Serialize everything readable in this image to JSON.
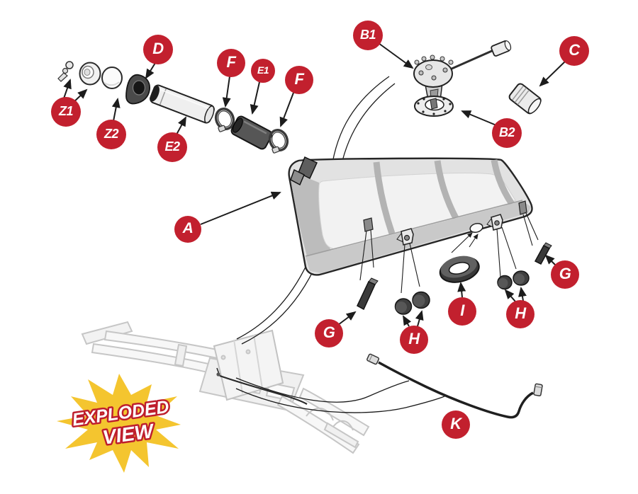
{
  "badge": {
    "line1": "EXPLODED",
    "line2": "VIEW"
  },
  "callouts": {
    "z1": "Z1",
    "z2": "Z2",
    "d": "D",
    "e2": "E2",
    "f1": "F",
    "e1": "E1",
    "f2": "F",
    "b1": "B1",
    "b2": "B2",
    "c": "C",
    "a": "A",
    "g1": "G",
    "h1": "H",
    "i": "I",
    "h2": "H",
    "g2": "G",
    "k": "K"
  },
  "colors": {
    "callout_bg": "#C2202E",
    "callout_text": "#FFFFFF",
    "badge_star": "#F4C52F",
    "badge_text_fill": "#FFFFFF",
    "badge_text_outline": "#BE1E2D",
    "outline": "#1C1C1C",
    "chassis_line": "#C6C6C6"
  }
}
